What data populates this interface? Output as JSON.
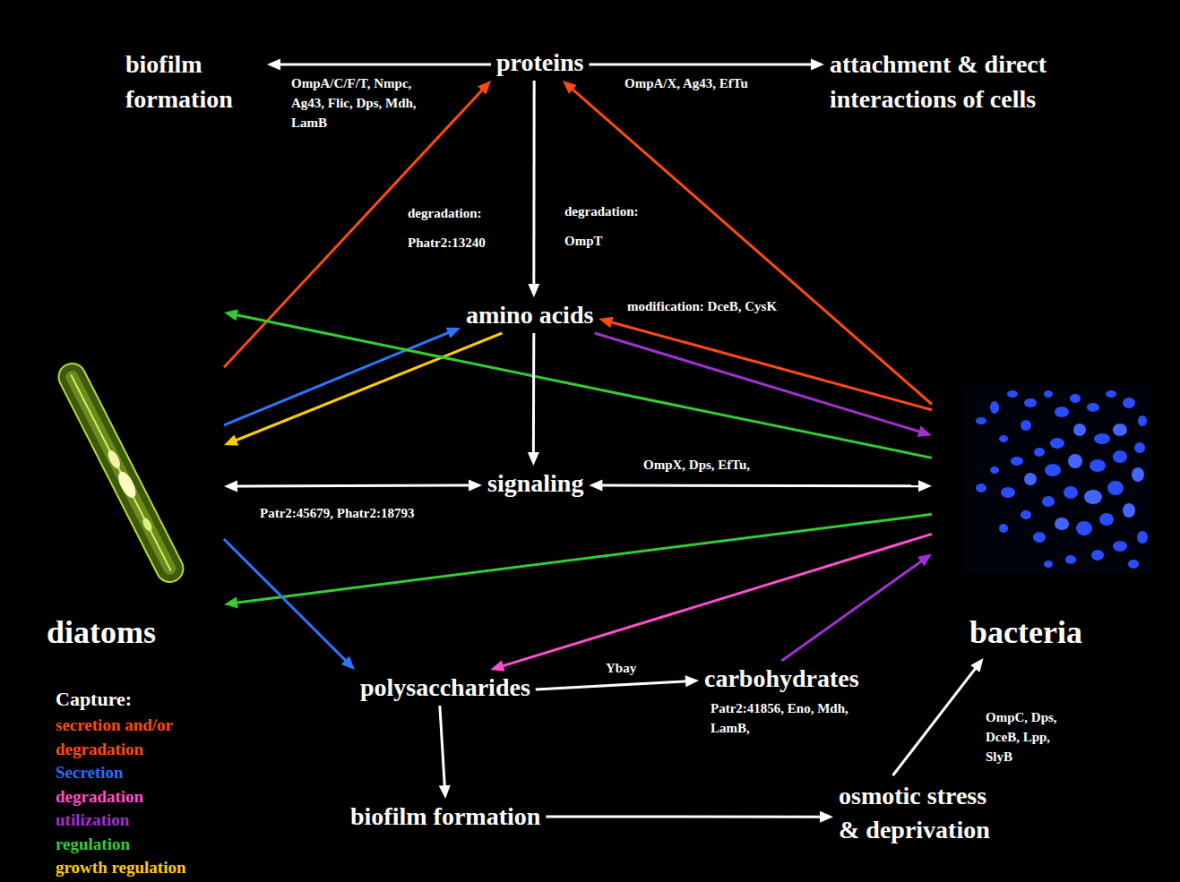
{
  "diagram": {
    "nodes": [
      {
        "text": [
          "biofilm formation"
        ]
      },
      {
        "text": [
          "proteins"
        ]
      },
      {
        "text": [
          "attachment & direct interactions of cells"
        ]
      },
      {
        "text": [
          "amino acids"
        ]
      },
      {
        "text": [
          "diatoms"
        ]
      },
      {
        "text": [
          "signaling"
        ]
      },
      {
        "text": [
          "bacteria"
        ]
      },
      {
        "text": [
          "polysaccharides"
        ]
      },
      {
        "text": [
          "carbohydrates"
        ]
      },
      {
        "text": [
          "biofilm formation"
        ]
      },
      {
        "text": [
          "osmotic stress & deprivation"
        ]
      }
    ],
    "edges": [
      {
        "from": 1,
        "to": 0,
        "arrow": "to",
        "label": "OmpA/C/F/T, Nmpc, Ag43, Flic, Dps, Mdh, LamB"
      },
      {
        "from": 1,
        "to": 2,
        "arrow": "to",
        "label": "OmpA/X, Ag43, EfTu"
      },
      {
        "from": 1,
        "to": 3,
        "arrow": "to",
        "label": "degradation: Phatr2:13240"
      },
      {
        "from": 4,
        "to": 1,
        "arrow": "to"
      },
      {
        "from": 6,
        "to": 1,
        "arrow": "to"
      },
      {
        "from": 6,
        "to": 3,
        "arrow": "to",
        "label": "modification: DceB, CysK"
      },
      {
        "from": 4,
        "to": 3,
        "arrow": "to"
      },
      {
        "from": 3,
        "to": 4,
        "arrow": "to"
      },
      {
        "from": 3,
        "to": 6,
        "arrow": "to"
      },
      {
        "from": 6,
        "to": 4,
        "arrow": "to"
      },
      {
        "from": 3,
        "to": 5,
        "arrow": "to"
      },
      {
        "from": 4,
        "to": 5,
        "arrow": "both",
        "label": "Patr2:45679, Phatr2:18793"
      },
      {
        "from": 5,
        "to": 6,
        "arrow": "both",
        "label": "OmpX, Dps, EfTu,"
      },
      {
        "from": 6,
        "to": 4,
        "arrow": "to"
      },
      {
        "from": 4,
        "to": 7,
        "arrow": "to"
      },
      {
        "from": 6,
        "to": 7,
        "arrow": "to"
      },
      {
        "from": 7,
        "to": 8,
        "arrow": "to",
        "label": "Ybay"
      },
      {
        "from": 8,
        "to": 6,
        "arrow": "to"
      },
      {
        "from": 7,
        "to": 9,
        "arrow": "to"
      },
      {
        "from": 9,
        "to": 10,
        "arrow": "to"
      },
      {
        "from": 10,
        "to": 6,
        "arrow": "to",
        "label": "OmpC, Dps, DceB, Lpp, SlyB"
      }
    ],
    "labels": [
      "degradation: OmpT",
      "Patr2:41856, Eno, Mdh, LamB,",
      "Capture:"
    ],
    "legend": [
      {
        "text": "secretion and/or degradation",
        "color": "#ff4a10"
      },
      {
        "text": "Secretion",
        "color": "#2a6cff"
      },
      {
        "text": "degradation",
        "color": "#ff4fd0"
      },
      {
        "text": "utilization",
        "color": "#a030d0"
      },
      {
        "text": "regulation",
        "color": "#33cc33"
      },
      {
        "text": "growth regulation",
        "color": "#ffcc00"
      }
    ]
  }
}
